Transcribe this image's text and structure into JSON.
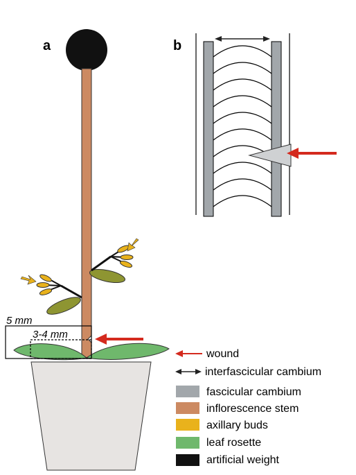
{
  "panels": {
    "a": "a",
    "b": "b"
  },
  "dimensions": {
    "outer": "5 mm",
    "inner": "3-4 mm"
  },
  "legend": [
    {
      "key": "wound",
      "label": "wound",
      "kind": "red-arrow",
      "color": "#d42a1e"
    },
    {
      "key": "interfascicular",
      "label": "interfascicular cambium",
      "kind": "double-arrow",
      "color": "#222222"
    },
    {
      "key": "fascicular",
      "label": "fascicular cambium",
      "kind": "swatch",
      "color": "#a2a7ab"
    },
    {
      "key": "stem",
      "label": "inflorescence stem",
      "kind": "swatch",
      "color": "#cc8a62"
    },
    {
      "key": "buds",
      "label": "axillary buds",
      "kind": "swatch",
      "color": "#e9b21c"
    },
    {
      "key": "rosette",
      "label": "leaf rosette",
      "kind": "swatch",
      "color": "#6fb86c"
    },
    {
      "key": "weight",
      "label": "artificial weight",
      "kind": "swatch",
      "color": "#111111"
    }
  ],
  "colors": {
    "stem": "#cc8a62",
    "weight": "#111111",
    "bud": "#e9b21c",
    "leaf_small": "#8e9532",
    "rosette": "#6fb86c",
    "pot": "#e7e4e2",
    "cambium": "#a2a7ab",
    "wound_arrow": "#d42a1e",
    "wound_tool": "#cfd1d3"
  }
}
